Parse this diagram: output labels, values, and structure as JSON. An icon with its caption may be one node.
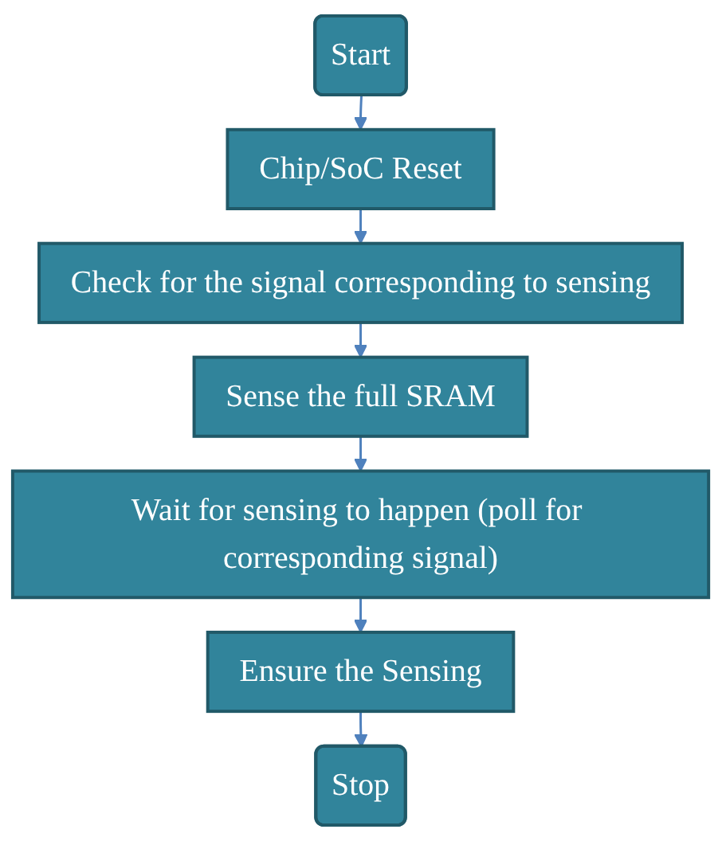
{
  "diagram": {
    "nodes": [
      {
        "text": [
          "Start"
        ]
      },
      {
        "text": [
          "Chip/SoC Reset"
        ]
      },
      {
        "text": [
          "Check for the signal corresponding to sensing"
        ]
      },
      {
        "text": [
          "Sense the full SRAM"
        ]
      },
      {
        "text": [
          "Wait for sensing to happen (poll for corresponding signal)"
        ]
      },
      {
        "text": [
          "Ensure the Sensing"
        ]
      },
      {
        "text": [
          "Stop"
        ]
      }
    ],
    "edges": [
      {
        "from": 0,
        "to": 1,
        "arrow": "to"
      },
      {
        "from": 1,
        "to": 2,
        "arrow": "to"
      },
      {
        "from": 2,
        "to": 3,
        "arrow": "to"
      },
      {
        "from": 3,
        "to": 4,
        "arrow": "to"
      },
      {
        "from": 4,
        "to": 5,
        "arrow": "to"
      },
      {
        "from": 5,
        "to": 6,
        "arrow": "to"
      }
    ]
  }
}
